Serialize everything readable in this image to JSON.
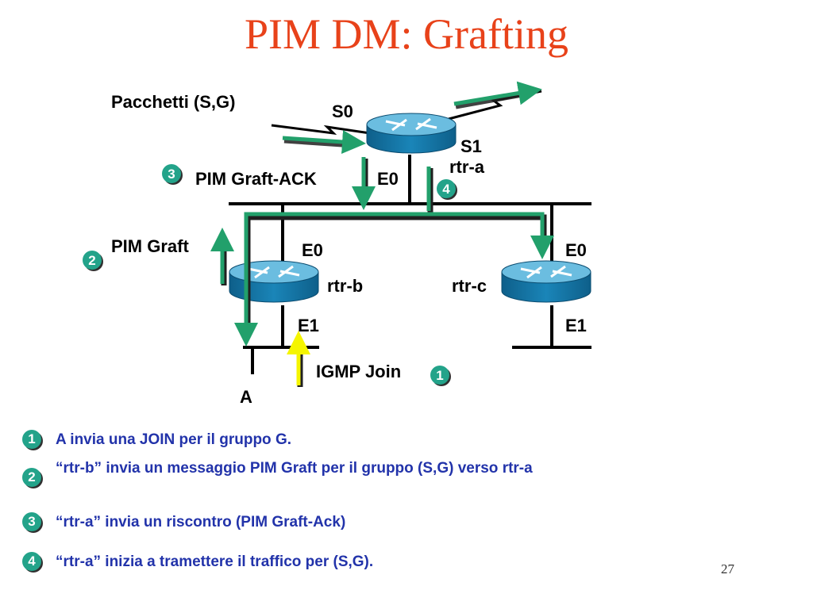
{
  "slide": {
    "title": "PIM DM: Grafting",
    "page_number": "27"
  },
  "diagram": {
    "packets_label": "Pacchetti (S,G)",
    "routers": {
      "a": {
        "name": "rtr-a",
        "iface_s0": "S0",
        "iface_s1": "S1",
        "iface_e0": "E0"
      },
      "b": {
        "name": "rtr-b",
        "iface_e0": "E0",
        "iface_e1": "E1"
      },
      "c": {
        "name": "rtr-c",
        "iface_e0": "E0",
        "iface_e1": "E1"
      }
    },
    "host_label": "A",
    "messages": {
      "igmp_join": {
        "num": "1",
        "label": "IGMP Join"
      },
      "pim_graft": {
        "num": "2",
        "label": "PIM Graft"
      },
      "pim_graft_ack": {
        "num": "3",
        "label": "PIM Graft-ACK"
      },
      "traffic": {
        "num": "4"
      }
    },
    "colors": {
      "router": "#1a85b8",
      "arrow_green": "#22a06b",
      "arrow_yellow": "#f5f500",
      "badge": "#23a38a",
      "title": "#e8421a",
      "steps_text": "#2233aa"
    }
  },
  "steps": [
    {
      "num": "1",
      "text": "A invia una JOIN per il gruppo G."
    },
    {
      "num": "2",
      "text": "“rtr-b” invia un messaggio PIM Graft per il gruppo (S,G) verso rtr-a"
    },
    {
      "num": "3",
      "text": "“rtr-a” invia un riscontro (PIM Graft-Ack)"
    },
    {
      "num": "4",
      "text": "“rtr-a” inizia a tramettere il traffico per (S,G)."
    }
  ]
}
